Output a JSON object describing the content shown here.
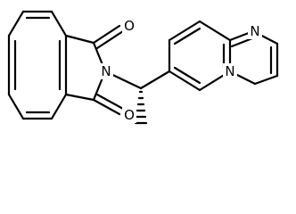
{
  "molecule": {
    "atoms": {
      "o_top": "O",
      "o_bottom": "O",
      "n_imide": "N",
      "n_imidazole": "N",
      "n_bridgehead": "N"
    }
  },
  "colors": {
    "bond": "#000000",
    "background": "#ffffff"
  }
}
